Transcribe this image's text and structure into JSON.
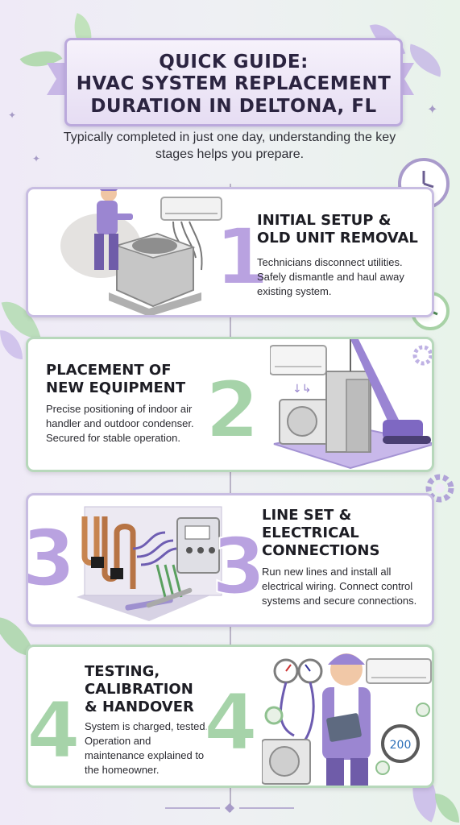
{
  "header": {
    "title_line1": "QUICK GUIDE:",
    "title_line2": "HVAC SYSTEM REPLACEMENT DURATION IN DELTONA, FL",
    "subtitle": "Typically completed in just one day, understanding the key stages helps you prepare."
  },
  "steps": [
    {
      "number": "1",
      "title": "INITIAL SETUP &\nOLD UNIT REMOVAL",
      "description": "Technicians disconnect utilities. Safely dismantle and haul away existing system.",
      "illustration": "technician-removing-ac-unit-icon"
    },
    {
      "number": "2",
      "title": "PLACEMENT OF\nNEW EQUIPMENT",
      "description": "Precise positioning of indoor air handler and outdoor condenser. Secured for stable operation.",
      "illustration": "crane-placing-equipment-icon"
    },
    {
      "number": "3",
      "title": "LINE SET &\nELECTRICAL\nCONNECTIONS",
      "description": "Run new lines and install all electrical wiring. Connect control systems and secure connections.",
      "illustration": "copper-pipes-electrical-panel-icon"
    },
    {
      "number": "4",
      "title": "TESTING,\nCALIBRATION\n& HANDOVER",
      "description": "System is charged, tested. Operation and maintenance explained to the homeowner.",
      "illustration": "technician-with-gauges-icon",
      "thermostat_reading": "200"
    }
  ],
  "colors": {
    "purple_accent": "#b9a2e0",
    "green_accent": "#a6d3a9",
    "title_border": "#bba9dc"
  }
}
